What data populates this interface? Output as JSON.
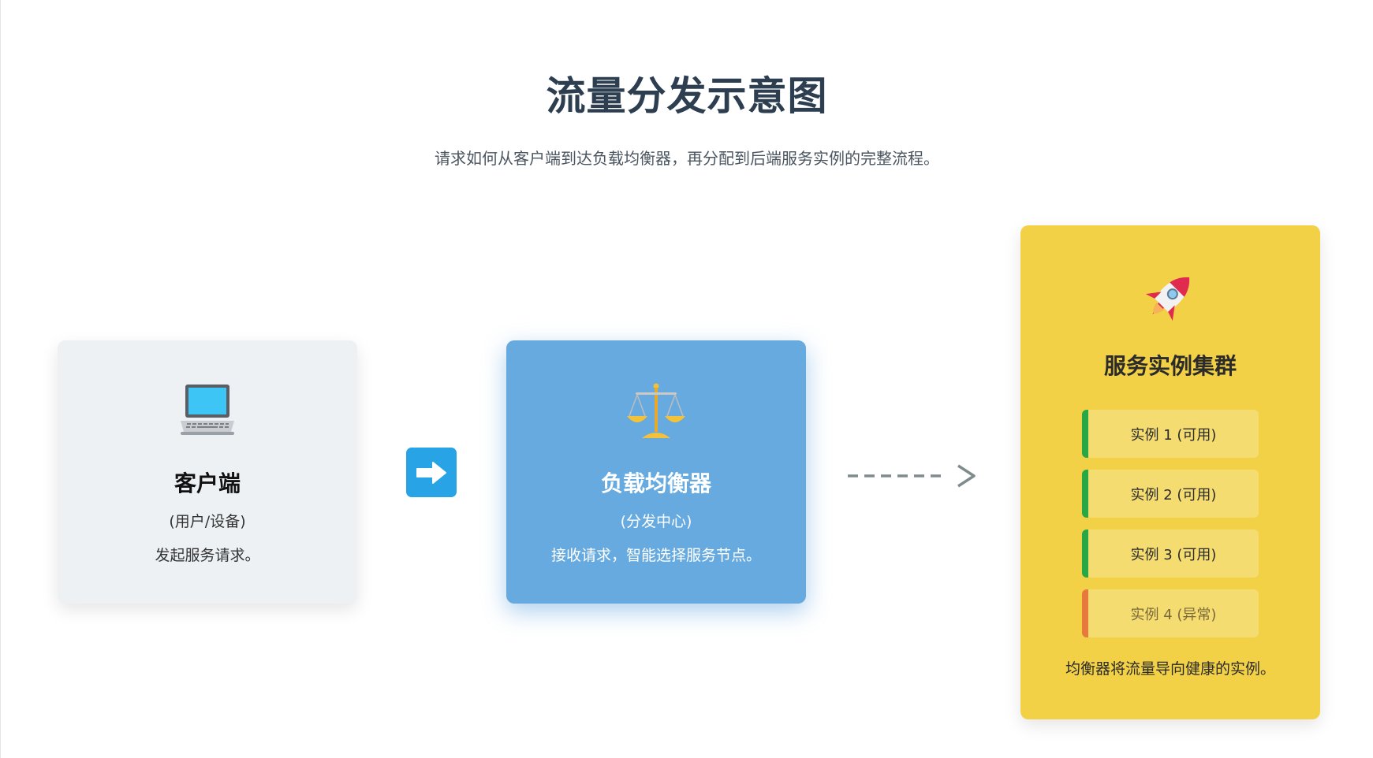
{
  "header": {
    "title": "流量分发示意图",
    "subtitle": "请求如何从客户端到达负载均衡器，再分配到后端服务实例的完整流程。"
  },
  "client": {
    "icon": "laptop-icon",
    "title": "客户端",
    "sub": "(用户/设备)",
    "desc": "发起服务请求。"
  },
  "load_balancer": {
    "icon": "balance-scale-icon",
    "title": "负载均衡器",
    "sub": "(分发中心)",
    "desc": "接收请求，智能选择服务节点。"
  },
  "cluster": {
    "icon": "rocket-icon",
    "title": "服务实例集群",
    "instances": [
      {
        "label": "实例 1 (可用)",
        "status": "healthy"
      },
      {
        "label": "实例 2 (可用)",
        "status": "healthy"
      },
      {
        "label": "实例 3 (可用)",
        "status": "healthy"
      },
      {
        "label": "实例 4 (异常)",
        "status": "abnormal"
      }
    ],
    "desc": "均衡器将流量导向健康的实例。"
  },
  "connectors": {
    "first": "right-arrow-icon",
    "second": "dashed-arrow-icon"
  },
  "colors": {
    "title": "#2c3e50",
    "client_bg": "#edf1f4",
    "lb_bg": "#66aae0",
    "cluster_bg": "#f2d146",
    "healthy": "#28a745",
    "abnormal": "#e8793c",
    "arrow_button": "#27a3e6"
  }
}
